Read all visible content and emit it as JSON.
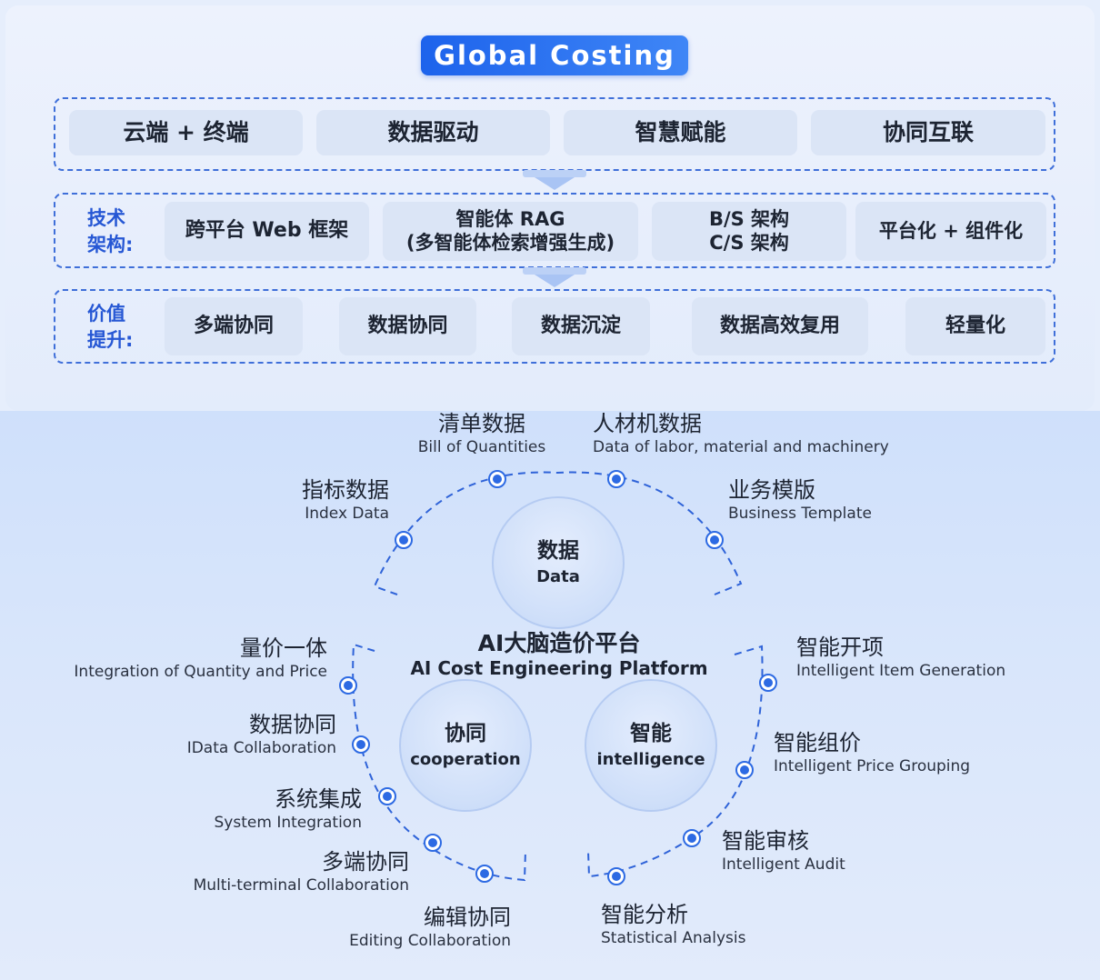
{
  "header": {
    "title": "Global Costing"
  },
  "row1": {
    "chips": [
      "云端 + 终端",
      "数据驱动",
      "智慧赋能",
      "协同互联"
    ]
  },
  "row2": {
    "label": "技术\n架构:",
    "chips": [
      {
        "line1": "跨平台 Web 框架",
        "line2": ""
      },
      {
        "line1": "智能体 RAG",
        "line2": "(多智能体检索增强生成)"
      },
      {
        "line1": "B/S 架构",
        "line2": "C/S 架构"
      },
      {
        "line1": "平台化 + 组件化",
        "line2": ""
      }
    ]
  },
  "row3": {
    "label": "价值\n提升:",
    "chips": [
      "多端协同",
      "数据协同",
      "数据沉淀",
      "数据高效复用",
      "轻量化"
    ]
  },
  "center": {
    "title_cn": "AI大脑造价平台",
    "title_en": "AI Cost Engineering Platform"
  },
  "circles": {
    "data": {
      "cn": "数据",
      "en": "Data"
    },
    "cooperation": {
      "cn": "协同",
      "en": "cooperation"
    },
    "intelligence": {
      "cn": "智能",
      "en": "intelligence"
    }
  },
  "data_items": [
    {
      "cn": "清单数据",
      "en": "Bill of Quantities"
    },
    {
      "cn": "人材机数据",
      "en": "Data of labor, material and machinery"
    },
    {
      "cn": "指标数据",
      "en": "Index Data"
    },
    {
      "cn": "业务模版",
      "en": "Business Template"
    }
  ],
  "cooperation_items": [
    {
      "cn": "量价一体",
      "en": "Integration of Quantity and Price"
    },
    {
      "cn": "数据协同",
      "en": "IData Collaboration"
    },
    {
      "cn": "系统集成",
      "en": "System Integration"
    },
    {
      "cn": "多端协同",
      "en": "Multi-terminal Collaboration"
    },
    {
      "cn": "编辑协同",
      "en": "Editing Collaboration"
    }
  ],
  "intelligence_items": [
    {
      "cn": "智能开项",
      "en": "Intelligent Item Generation"
    },
    {
      "cn": "智能组价",
      "en": "Intelligent Price Grouping"
    },
    {
      "cn": "智能审核",
      "en": "Intelligent Audit"
    },
    {
      "cn": "智能分析",
      "en": "Statistical Analysis"
    }
  ],
  "colors": {
    "accent": "#1d63ec",
    "dash": "#2f63d8",
    "node": "#2d6ae3",
    "chip_bg": "#dbe5f6",
    "label_blue": "#2657d4"
  }
}
